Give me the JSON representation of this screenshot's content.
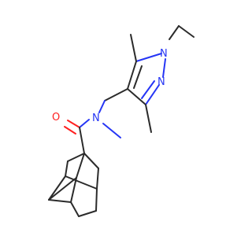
{
  "molecule": {
    "atoms": [
      {
        "id": "o1",
        "label": "O",
        "color": "#ff2020"
      },
      {
        "id": "n_amide",
        "label": "N",
        "color": "#2535f5"
      },
      {
        "id": "n_pyr1",
        "label": "N",
        "color": "#2535f5"
      },
      {
        "id": "n_pyr2",
        "label": "N",
        "color": "#2535f5"
      }
    ],
    "bond_color": "#2b2b2b"
  }
}
